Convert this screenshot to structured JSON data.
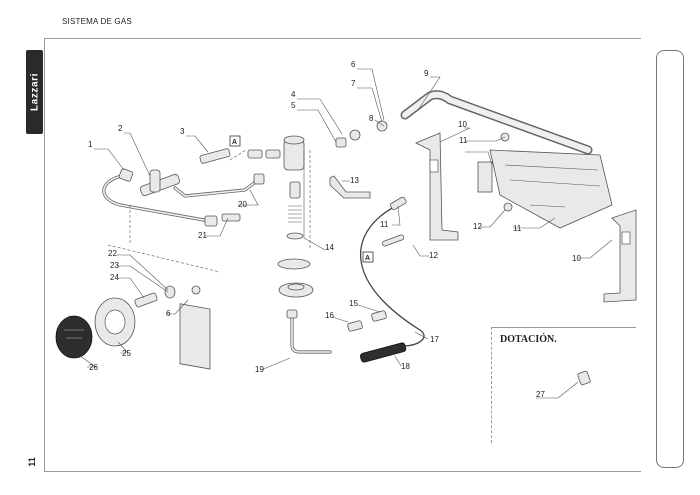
{
  "header": {
    "title": "SISTEMA DE GAS"
  },
  "brand": {
    "logo_text": "Lazzari"
  },
  "page": {
    "number": "11"
  },
  "dotacion": {
    "title": "DOTACIÓN.",
    "part_label": "27"
  },
  "callouts": {
    "c1": "1",
    "c2": "2",
    "c3": "3",
    "c4": "4",
    "c5": "5",
    "c6a": "6",
    "c6b": "6",
    "c7": "7",
    "c8": "8",
    "c9": "9",
    "c10a": "10",
    "c10b": "10",
    "c11a": "11",
    "c11b": "11",
    "c11c": "11",
    "c12a": "12",
    "c12b": "12",
    "c13": "13",
    "c14": "14",
    "c15": "15",
    "c16": "16",
    "c17": "17",
    "c18": "18",
    "c19": "19",
    "c20": "20",
    "c21": "21",
    "c22": "22",
    "c23": "23",
    "c24": "24",
    "c25": "25",
    "c26": "26"
  },
  "refs": {
    "a1": "A",
    "a2": "A"
  },
  "colors": {
    "frame": "#9a9a9a",
    "part_fill": "#e9e9e9",
    "dark_part": "#2e2e2e"
  }
}
